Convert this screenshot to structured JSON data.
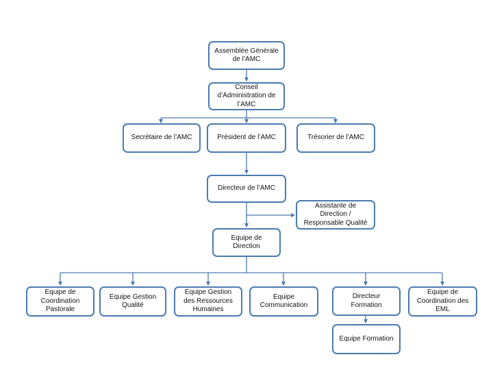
{
  "org_chart": {
    "line_color": "#4a7ab2",
    "box_border_color": "#4a7ab2",
    "nodes": {
      "assemblee": "Assemblée Générale\nde l’AMC",
      "conseil": "Conseil\nd’Administration de\nl’AMC",
      "secretaire": "Secrétaire de l’AMC",
      "president": "Président de l’AMC",
      "tresorier": "Trésorier de l’AMC",
      "directeur": "Directeur de l’AMC",
      "assistante": "Assistante de\nDirection /\nResponsable Qualité",
      "equipe_direction": "Equipe de\nDirection",
      "coord_pastorale": "Equipe de\nCoordination\nPastorale",
      "gestion_qualite": "Equipe Gestion\nQualité",
      "ressources_humaines": "Equipe Gestion\ndes Ressources\nHumaines",
      "communication": "Equipe\nCommunication",
      "directeur_formation": "Directeur\nFormation",
      "equipe_formation": "Equipe Formation",
      "coord_eml": "Equipe de\nCoordination des\nEML"
    }
  }
}
